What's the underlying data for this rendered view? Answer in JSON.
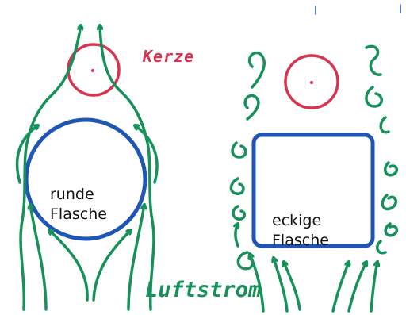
{
  "colors": {
    "flame": "#d8344f",
    "bottle": "#1f55b5",
    "air": "#16915a",
    "text": "#111111"
  },
  "labels": {
    "candle": "Kerze",
    "round_bottle_line1": "runde",
    "round_bottle_line2": "Flasche",
    "square_bottle_line1": "eckige",
    "square_bottle_line2": "Flasche",
    "airflow": "Luftstrom"
  }
}
